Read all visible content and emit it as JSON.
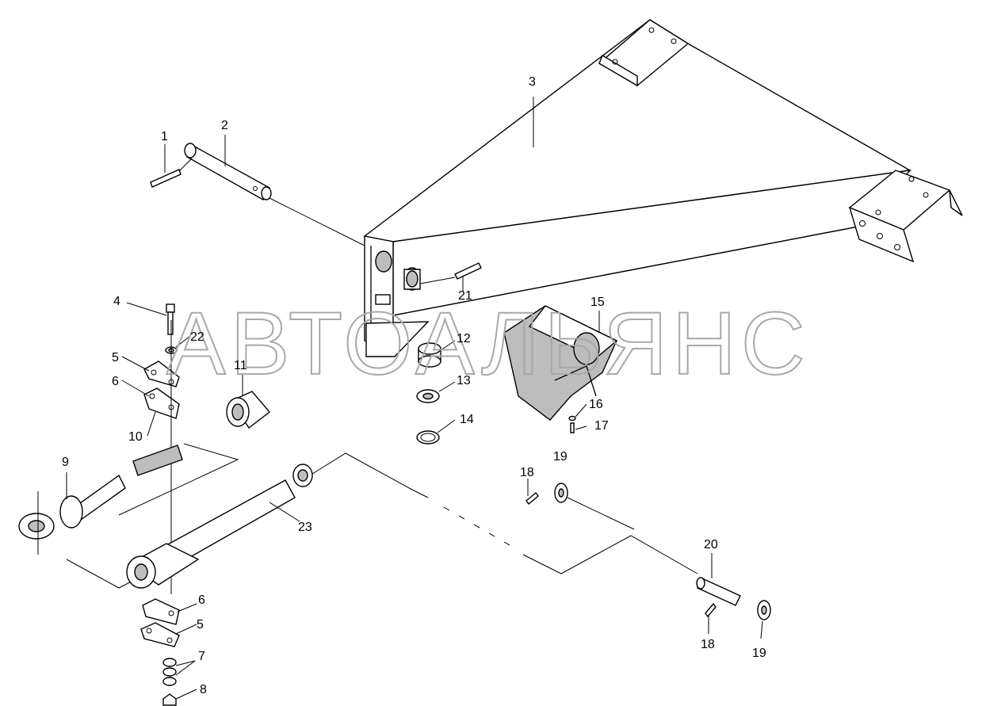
{
  "watermark": "АВТОАЛЬЯНС",
  "callouts": [
    {
      "id": "c1",
      "text": "1"
    },
    {
      "id": "c2",
      "text": "2"
    },
    {
      "id": "c3",
      "text": "3"
    },
    {
      "id": "c4",
      "text": "4"
    },
    {
      "id": "c5a",
      "text": "5"
    },
    {
      "id": "c5b",
      "text": "5"
    },
    {
      "id": "c6a",
      "text": "6"
    },
    {
      "id": "c6b",
      "text": "6"
    },
    {
      "id": "c7",
      "text": "7"
    },
    {
      "id": "c8",
      "text": "8"
    },
    {
      "id": "c9",
      "text": "9"
    },
    {
      "id": "c10",
      "text": "10"
    },
    {
      "id": "c11",
      "text": "11"
    },
    {
      "id": "c12",
      "text": "12"
    },
    {
      "id": "c13",
      "text": "13"
    },
    {
      "id": "c14",
      "text": "14"
    },
    {
      "id": "c15",
      "text": "15"
    },
    {
      "id": "c16",
      "text": "16"
    },
    {
      "id": "c17",
      "text": "17"
    },
    {
      "id": "c18a",
      "text": "18"
    },
    {
      "id": "c18b",
      "text": "18"
    },
    {
      "id": "c19a",
      "text": "19"
    },
    {
      "id": "c19b",
      "text": "19"
    },
    {
      "id": "c20",
      "text": "20"
    },
    {
      "id": "c21",
      "text": "21"
    },
    {
      "id": "c22",
      "text": "22"
    },
    {
      "id": "c23",
      "text": "23"
    }
  ]
}
